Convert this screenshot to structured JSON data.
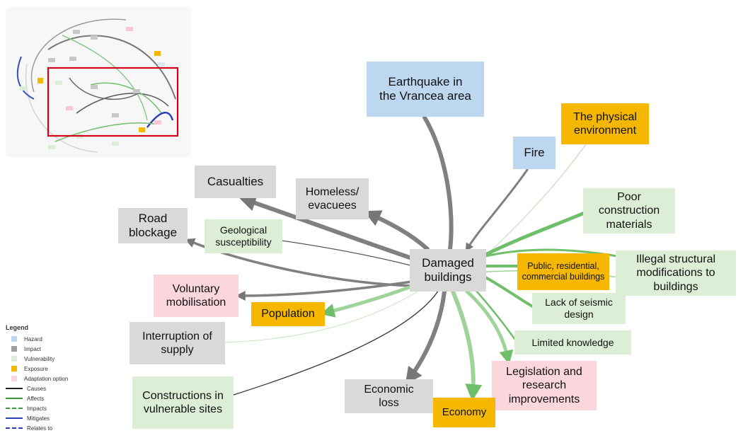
{
  "colors": {
    "hazard": "#bcd7ef",
    "impact": "#d9d9d9",
    "vulnerability": "#dcefd6",
    "exposure": "#f5b700",
    "adaptation": "#fcd6dd",
    "causes": "#7f7f7f",
    "affects": "#6fbf6a",
    "mitigates": "#2c3fb5",
    "highlight": "#d0021b"
  },
  "nodes": {
    "earthquake": "Earthquake in the Vrancea area",
    "physical_env": "The physical environment",
    "fire": "Fire",
    "poor_materials": "Poor construction materials",
    "illegal_mods": "Illegal structural modifications to buildings",
    "public_buildings": "Public, residential, commercial buildings",
    "damaged": "Damaged buildings",
    "lack_seismic": "Lack of seismic design",
    "limited_knowledge": "Limited knowledge",
    "legislation": "Legislation and research improvements",
    "economy": "Economy",
    "economic_loss": "Economic loss",
    "constructions": "Constructions in vulnerable sites",
    "interruption": "Interruption of supply",
    "population": "Population",
    "voluntary": "Voluntary mobilisation",
    "road": "Road blockage",
    "geological": "Geological susceptibility",
    "casualties": "Casualties",
    "homeless": "Homeless/ evacuees"
  },
  "legend": {
    "title": "Legend",
    "items": [
      {
        "label": "Hazard",
        "kind": "box",
        "color": "#bcd7ef"
      },
      {
        "label": "Impact",
        "kind": "box",
        "color": "#9e9e9e"
      },
      {
        "label": "Vulnerability",
        "kind": "box",
        "color": "#dcefd6"
      },
      {
        "label": "Exposure",
        "kind": "box",
        "color": "#f5b700"
      },
      {
        "label": "Adaptation option",
        "kind": "box",
        "color": "#fcd6dd"
      },
      {
        "label": "Causes",
        "kind": "line",
        "color": "#222222",
        "style": "solid"
      },
      {
        "label": "Affects",
        "kind": "line",
        "color": "#3a9a3a",
        "style": "solid"
      },
      {
        "label": "Impacts",
        "kind": "line",
        "color": "#3a9a3a",
        "style": "dashed"
      },
      {
        "label": "Mitigates",
        "kind": "line",
        "color": "#2c3fb5",
        "style": "solid"
      },
      {
        "label": "Relates to",
        "kind": "line",
        "color": "#2c3fb5",
        "style": "dashed"
      }
    ]
  }
}
